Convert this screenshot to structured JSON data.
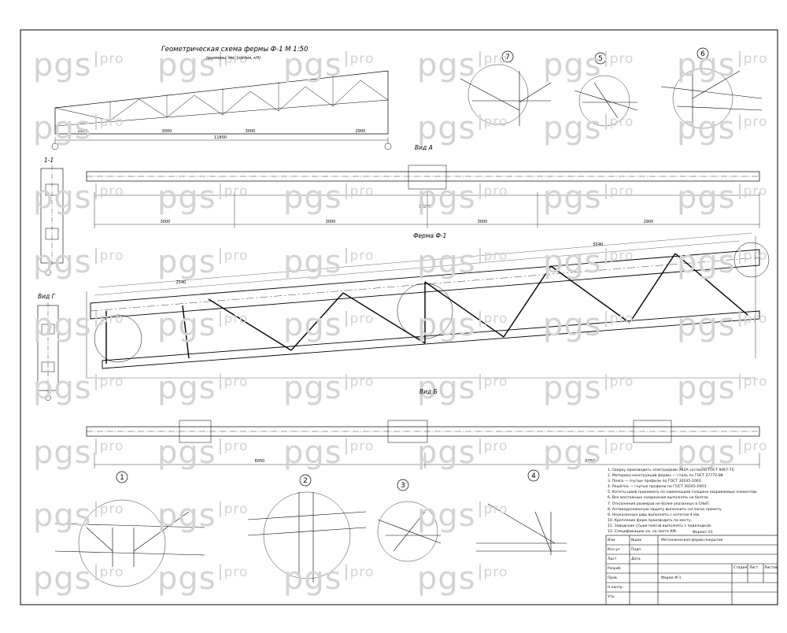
{
  "titles": {
    "scheme_title": "Геометрическая схема фермы Ф-1 М 1:50",
    "scheme_subtitle": "(размеры, мм, усилия, кН)",
    "view_a": "Вид А",
    "truss": "Ферма Ф-1",
    "view_b": "Вид Б",
    "view_g": "Вид Г",
    "section_1_1": "1-1"
  },
  "watermark": {
    "main": "pgs",
    "suffix": "pro"
  },
  "nodes": [
    "7",
    "5",
    "6",
    "1",
    "2",
    "3",
    "4"
  ],
  "dimensions": {
    "scheme_total": "11800",
    "scheme_panels": [
      "2900",
      "3000",
      "3000",
      "2900"
    ],
    "view_a_total": "12000",
    "view_a_spans": [
      "3000",
      "3000",
      "3000",
      "2900"
    ],
    "view_b_total": "6050",
    "view_b_total_right": "6050",
    "truss_top": "2540",
    "truss_top_right": "5540"
  },
  "notes": [
    "1. Сварку производить электродами Э42А согласно ГОСТ 9467-75.",
    "2. Материал конструкций фермы — сталь по ГОСТ 27772-88.",
    "3. Пояса — гнутые профили по ГОСТ 30245-2003.",
    "4. Решётка — гнутые профили по ГОСТ 30245-2003.",
    "5. Катеты швов принимать по наименьшей толщине свариваемых элементов.",
    "6. Все монтажные соединения выполнять на болтах.",
    "7. Отклонения размеров не более указанных в СНиП.",
    "8. Антикоррозионную защиту выполнить согласно проекту.",
    "9. Неуказанные швы выполнять с катетом 4 мм.",
    "10. Крепление ферм производить по месту.",
    "11. Заводские стыки поясов выполнять с подкладкой.",
    "12. Спецификацию см. на листе КМ."
  ],
  "title_block": {
    "project": "Металлическая ферма покрытия",
    "sheet_name": "Ферма Ф-1",
    "format": "Формат А1",
    "stage": "Стадия",
    "sheet": "Лист",
    "sheets": "Листов",
    "rows": [
      "Изм.",
      "Кол.уч",
      "Лист",
      "№док",
      "Подп.",
      "Дата",
      "Разраб.",
      "Пров.",
      "Н.контр.",
      "Утв."
    ]
  }
}
